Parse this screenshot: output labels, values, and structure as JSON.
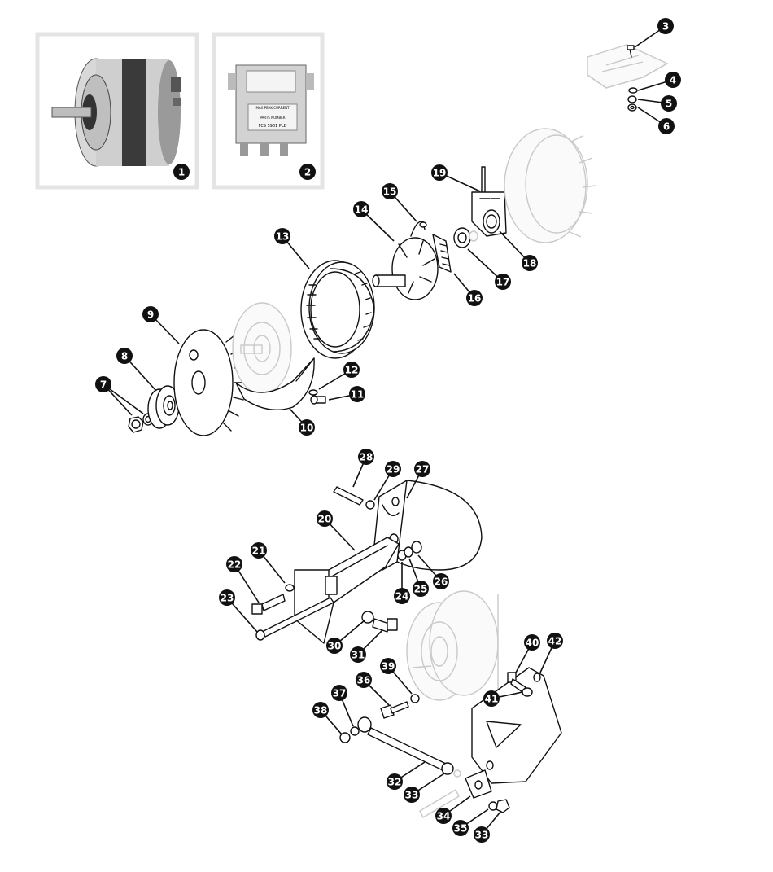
{
  "callouts": [
    {
      "id": "1",
      "label": "1"
    },
    {
      "id": "2",
      "label": "2"
    },
    {
      "id": "3",
      "label": "3"
    },
    {
      "id": "4",
      "label": "4"
    },
    {
      "id": "5",
      "label": "5"
    },
    {
      "id": "6",
      "label": "6"
    },
    {
      "id": "7",
      "label": "7"
    },
    {
      "id": "8",
      "label": "8"
    },
    {
      "id": "9",
      "label": "9"
    },
    {
      "id": "10",
      "label": "10"
    },
    {
      "id": "11",
      "label": "11"
    },
    {
      "id": "12",
      "label": "12"
    },
    {
      "id": "13",
      "label": "13"
    },
    {
      "id": "14",
      "label": "14"
    },
    {
      "id": "15",
      "label": "15"
    },
    {
      "id": "16",
      "label": "16"
    },
    {
      "id": "17",
      "label": "17"
    },
    {
      "id": "18",
      "label": "18"
    },
    {
      "id": "19",
      "label": "19"
    },
    {
      "id": "20",
      "label": "20"
    },
    {
      "id": "21",
      "label": "21"
    },
    {
      "id": "22",
      "label": "22"
    },
    {
      "id": "23",
      "label": "23"
    },
    {
      "id": "24",
      "label": "24"
    },
    {
      "id": "25",
      "label": "25"
    },
    {
      "id": "26",
      "label": "26"
    },
    {
      "id": "27",
      "label": "27"
    },
    {
      "id": "28",
      "label": "28"
    },
    {
      "id": "29",
      "label": "29"
    },
    {
      "id": "30",
      "label": "30"
    },
    {
      "id": "31",
      "label": "31"
    },
    {
      "id": "32",
      "label": "32"
    },
    {
      "id": "33a",
      "label": "33"
    },
    {
      "id": "33b",
      "label": "33"
    },
    {
      "id": "34",
      "label": "34"
    },
    {
      "id": "35",
      "label": "35"
    },
    {
      "id": "36",
      "label": "36"
    },
    {
      "id": "37",
      "label": "37"
    },
    {
      "id": "38",
      "label": "38"
    },
    {
      "id": "39",
      "label": "39"
    },
    {
      "id": "40",
      "label": "40"
    },
    {
      "id": "41",
      "label": "41"
    },
    {
      "id": "42",
      "label": "42"
    }
  ],
  "regulator_photo_text": {
    "header": "MAX PEAK CURRENT",
    "brand": "PARTS NUMBER",
    "part_no": "FCS 5981 PLD"
  },
  "colors": {
    "callout_fill": "#111111",
    "callout_text": "#ffffff",
    "ghost": "#c9c9c9",
    "photo_frame": "#e6e6e6"
  }
}
